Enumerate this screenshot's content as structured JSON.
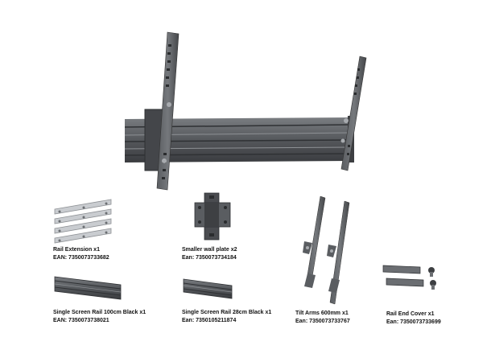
{
  "parts": [
    {
      "id": "rail-extension",
      "name": "Rail Extension x1",
      "ean": "EAN: 7350073733682"
    },
    {
      "id": "wall-plate",
      "name": "Smaller wall plate x2",
      "ean": "Ean:  7350073734184"
    },
    {
      "id": "rail-100",
      "name": "Single Screen Rail 100cm Black x1",
      "ean": "EAN: 7350073738021"
    },
    {
      "id": "rail-28",
      "name": "Single Screen Rail 28cm Black x1",
      "ean": "Ean: 7350105211874"
    },
    {
      "id": "tilt-arms",
      "name": "Tilt Arms 600mm x1",
      "ean": "Ean: 7350073733767"
    },
    {
      "id": "end-cover",
      "name": "Rail End Cover x1",
      "ean": "Ean:  7350073733699"
    }
  ],
  "colors": {
    "metal_dark": "#4a4c50",
    "metal_mid": "#6b6e72",
    "metal_light": "#9a9da1",
    "silver": "#c9ccd0",
    "rail_groove": "#2f3134"
  }
}
